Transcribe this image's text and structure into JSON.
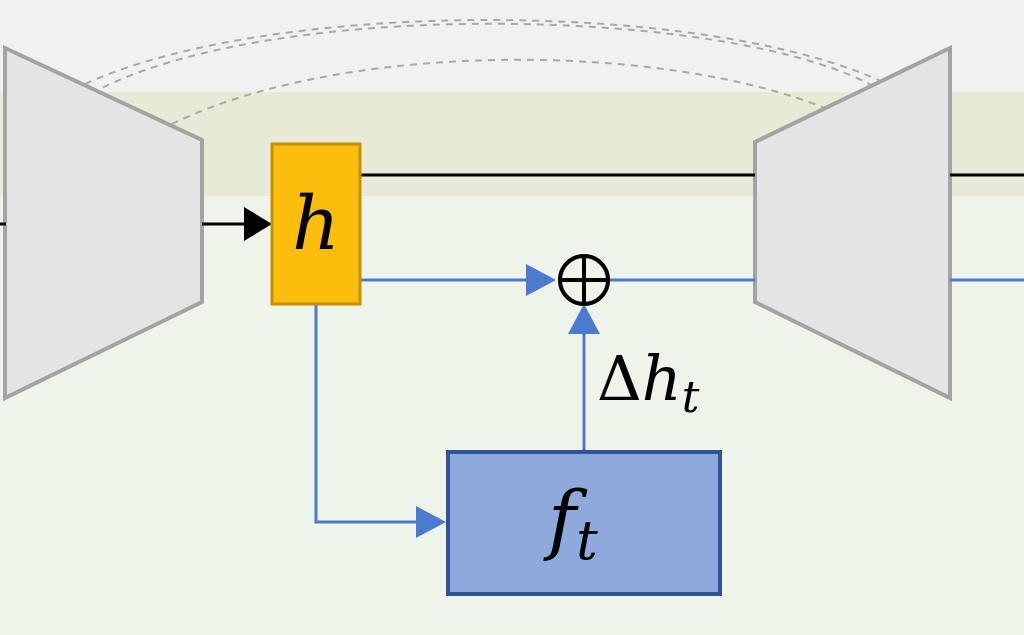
{
  "diagram": {
    "hidden_state": {
      "label": "h"
    },
    "residual": {
      "delta": "Δ",
      "symbol": "h",
      "subscript": "t"
    },
    "module": {
      "symbol": "f",
      "subscript": "t"
    },
    "add_operator": {
      "glyph": "⊕"
    }
  },
  "colors": {
    "background": "#f1f1f1",
    "top_band": "#e8ead6",
    "lower_panel": "#eef4e9",
    "encoder_fill": "#e4e4e4",
    "encoder_stroke": "#a3a3a3",
    "hidden_fill": "#fdbd0c",
    "hidden_stroke": "#c49005",
    "module_fill": "#8eaadc",
    "module_stroke": "#2e5496",
    "blue_edge": "#4a7bd0",
    "black_edge": "#000000",
    "skip_dash": "#a8a8a8"
  }
}
